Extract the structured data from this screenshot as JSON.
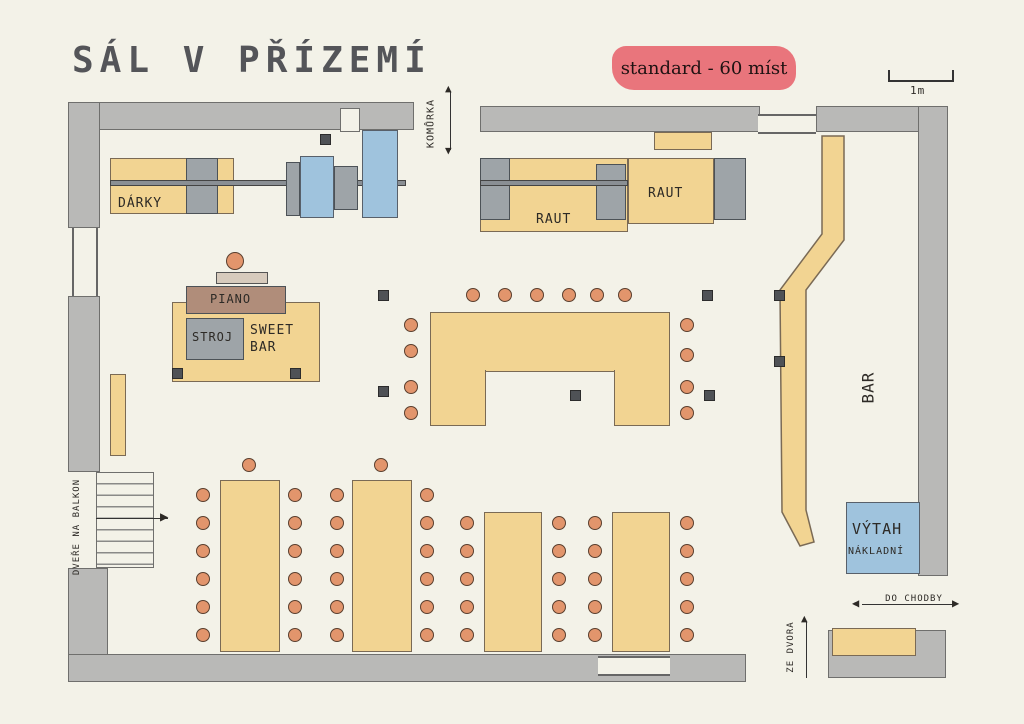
{
  "title": "SÁL V PŘÍZEMÍ",
  "badge": "standard - 60 míst",
  "scale": "1m",
  "labels": {
    "komurka": "KOMŮRKA",
    "darky": "DÁRKY",
    "raut_left": "RAUT",
    "raut_right": "RAUT",
    "piano": "PIANO",
    "stroj": "STROJ",
    "sweet_bar": "SWEET BAR",
    "bar": "BAR",
    "vytah": "VÝTAH",
    "nakladni": "NÁKLADNÍ",
    "dvere_na_balkon": "DVEŘE NA BALKON",
    "do_chodby": "DO CHODBY",
    "ze_dvora": "ZE DVORA"
  },
  "colors": {
    "paper": "#f3f2e8",
    "wall": "#b9b9b7",
    "table": "#f2d492",
    "chair": "#e2956c",
    "blue_fill": "#9fc3dd",
    "badge": "#e9757c"
  }
}
